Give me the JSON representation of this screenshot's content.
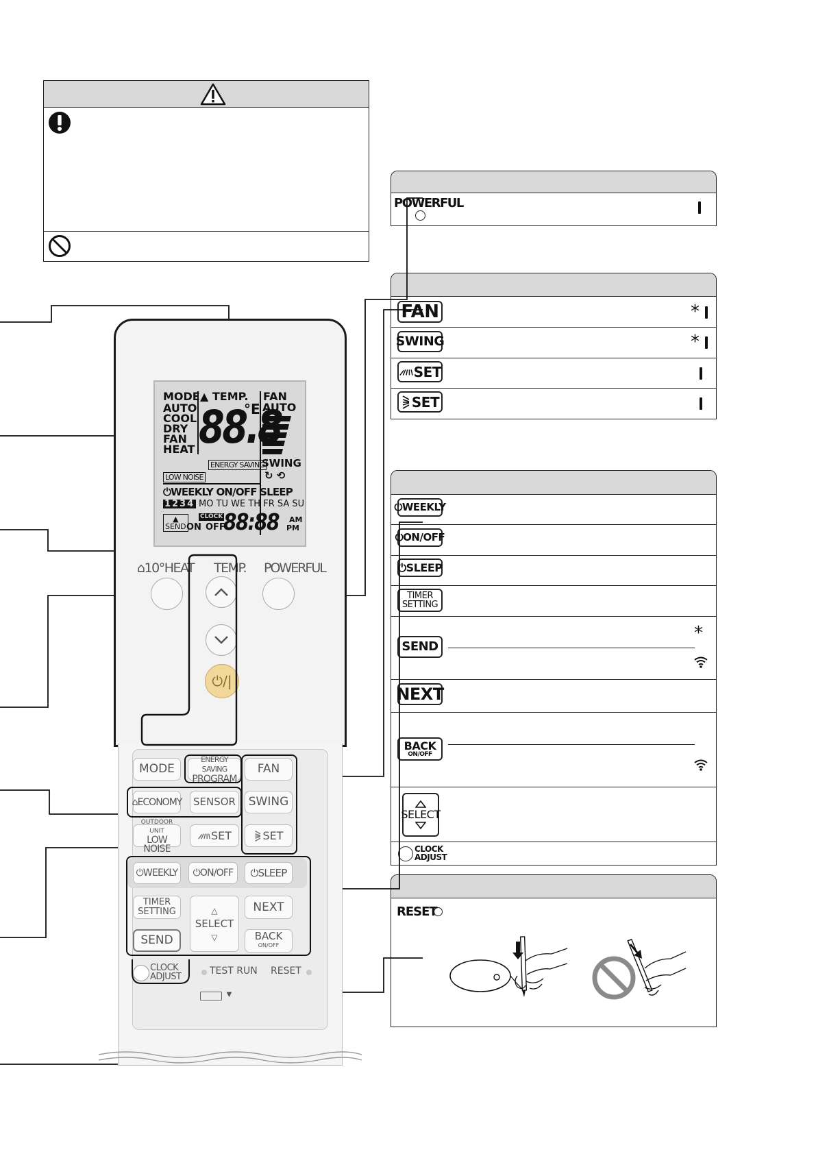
{
  "powerful_panel": {
    "label": "POWERFUL"
  },
  "fan_panel": {
    "fan": "FAN",
    "swing": "SWING",
    "set1": "SET",
    "set2": "SET"
  },
  "timer_panel": {
    "weekly": "WEEKLY",
    "onoff": "ON/OFF",
    "sleep": "SLEEP",
    "timer": "TIMER",
    "setting": "SETTING",
    "send": "SEND",
    "next": "NEXT",
    "back": "BACK",
    "back_sub": "ON/OFF",
    "select": "SELECT",
    "clock": "CLOCK",
    "adjust": "ADJUST"
  },
  "reset_panel": {
    "label": "RESET"
  },
  "lcd": {
    "mode": "MODE",
    "auto": "AUTO",
    "cool": "COOL",
    "dry": "DRY",
    "fan": "FAN",
    "heat": "HEAT",
    "temp": "TEMP.",
    "digits": "88.8",
    "unit": "°E",
    "fan_label": "FAN",
    "fan_auto": "AUTO",
    "energy_saving": "ENERGY SAVING",
    "low_noise": "LOW NOISE",
    "swing": "SWING",
    "timer_row": "WEEKLY ON/OFF SLEEP",
    "days": "MO TU WE TH FR SA SU",
    "nums": "1234",
    "send": "SEND",
    "on": "ON",
    "off": "OFF",
    "clock": "CLOCK",
    "time": "88:88",
    "am": "AM",
    "pm": "PM"
  },
  "remote": {
    "heat10": "10°HEAT",
    "temp": "TEMP.",
    "powerful": "POWERFUL",
    "mode": "MODE",
    "energy_saving": "ENERGY SAVING",
    "program": "PROGRAM",
    "fan": "FAN",
    "economy": "ECONOMY",
    "sensor": "SENSOR",
    "swing": "SWING",
    "outdoor_unit": "OUTDOOR UNIT",
    "low_noise": "LOW NOISE",
    "set": "SET",
    "weekly": "WEEKLY",
    "onoff": "ON/OFF",
    "sleep": "SLEEP",
    "timer": "TIMER",
    "setting": "SETTING",
    "select": "SELECT",
    "next": "NEXT",
    "send": "SEND",
    "back": "BACK",
    "back_sub": "ON/OFF",
    "clock": "CLOCK",
    "adjust": "ADJUST",
    "test_run": "TEST RUN",
    "reset": "RESET"
  },
  "icons": [
    "warning-triangle-icon",
    "mandatory-exclamation-icon",
    "prohibition-icon",
    "asterisk-icon",
    "wifi-icon",
    "power-icon",
    "timer-clock-icon",
    "pencil-hand-icon"
  ]
}
